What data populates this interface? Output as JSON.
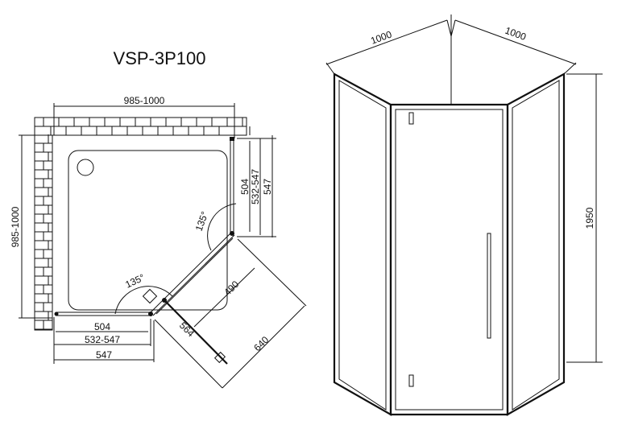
{
  "title": "VSP-3P100",
  "plan_view": {
    "top_width": "985-1000",
    "left_height": "985-1000",
    "right_glass": "504",
    "right_opening": "532-547",
    "right_total": "547",
    "bottom_glass": "504",
    "bottom_opening": "532-547",
    "bottom_total": "547",
    "angle_right": "135°",
    "angle_left": "135°",
    "door_glass": "490",
    "door_width": "564",
    "door_swing": "640"
  },
  "elevation_view": {
    "left_width": "1000",
    "right_width": "1000",
    "height": "1950"
  }
}
